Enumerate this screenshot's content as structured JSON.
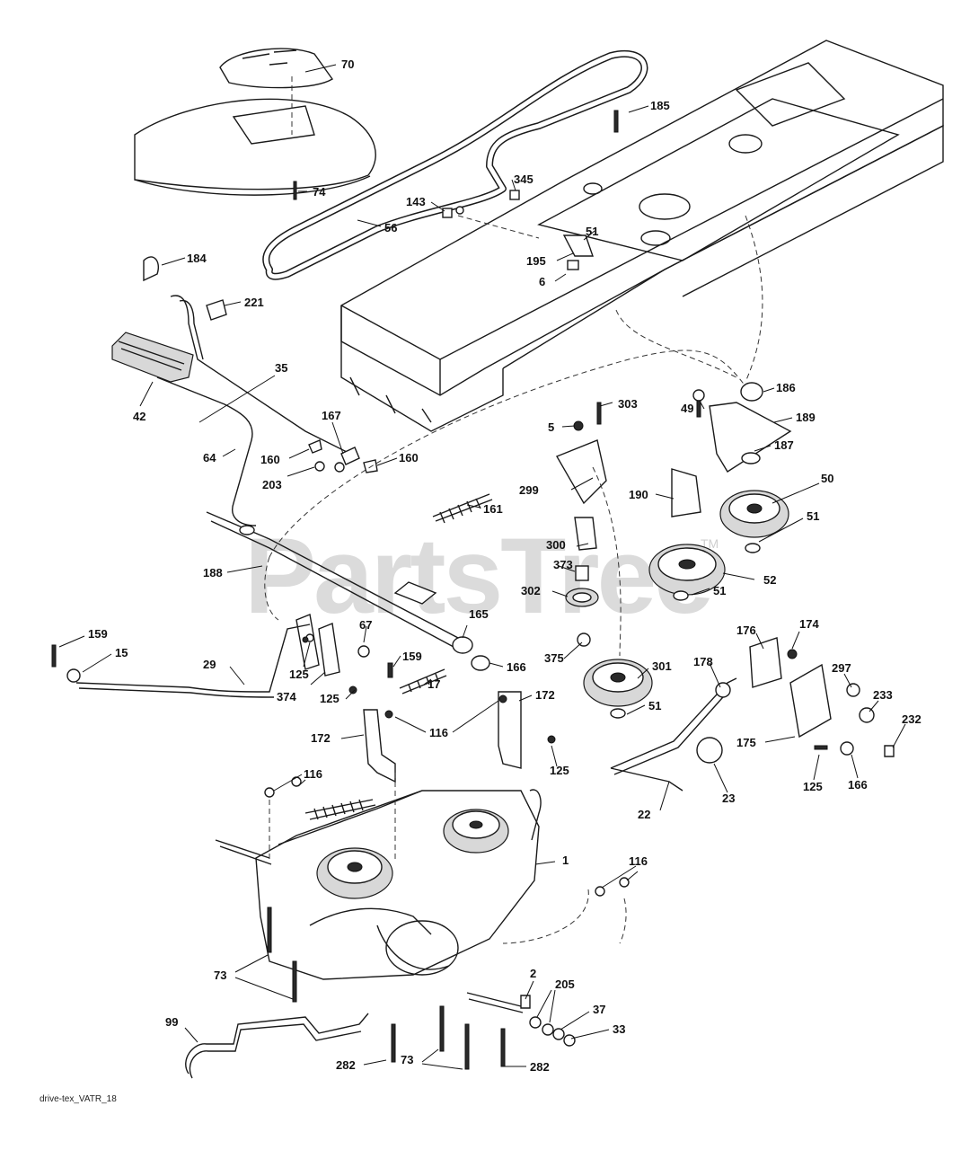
{
  "watermark": {
    "text": "PartsTree",
    "trademark": "TM"
  },
  "footer": {
    "code": "drive-tex_VATR_18"
  },
  "callouts": {
    "c70": "70",
    "c74": "74",
    "c56": "56",
    "c185": "185",
    "c345": "345",
    "c143": "143",
    "c51_top": "51",
    "c195": "195",
    "c6": "6",
    "c184": "184",
    "c221": "221",
    "c35": "35",
    "c42": "42",
    "c167": "167",
    "c64": "64",
    "c160_l": "160",
    "c160_r": "160",
    "c203": "203",
    "c161": "161",
    "c188": "188",
    "c303": "303",
    "c5": "5",
    "c49": "49",
    "c186": "186",
    "c189": "189",
    "c187": "187",
    "c299": "299",
    "c190": "190",
    "c50": "50",
    "c51_b": "51",
    "c300": "300",
    "c373": "373",
    "c52": "52",
    "c51_c": "51",
    "c302": "302",
    "c159_l": "159",
    "c15": "15",
    "c29": "29",
    "c67": "67",
    "c165": "165",
    "c159_m": "159",
    "c166_m": "166",
    "c375": "375",
    "c125_l": "125",
    "c374": "374",
    "c301": "301",
    "c51_d": "51",
    "c125_m": "125",
    "c17": "17",
    "c172_r": "172",
    "c116_m": "116",
    "c172_l": "172",
    "c125_r": "125",
    "c176": "176",
    "c174": "174",
    "c178": "178",
    "c297": "297",
    "c233": "233",
    "c232": "232",
    "c175": "175",
    "c23": "23",
    "c125_rr": "125",
    "c166_r": "166",
    "c22": "22",
    "c116_l": "116",
    "c1": "1",
    "c116_r": "116",
    "c73_l": "73",
    "c2": "2",
    "c205": "205",
    "c37": "37",
    "c33": "33",
    "c99": "99",
    "c282_l": "282",
    "c73_b": "73",
    "c282_r": "282"
  }
}
